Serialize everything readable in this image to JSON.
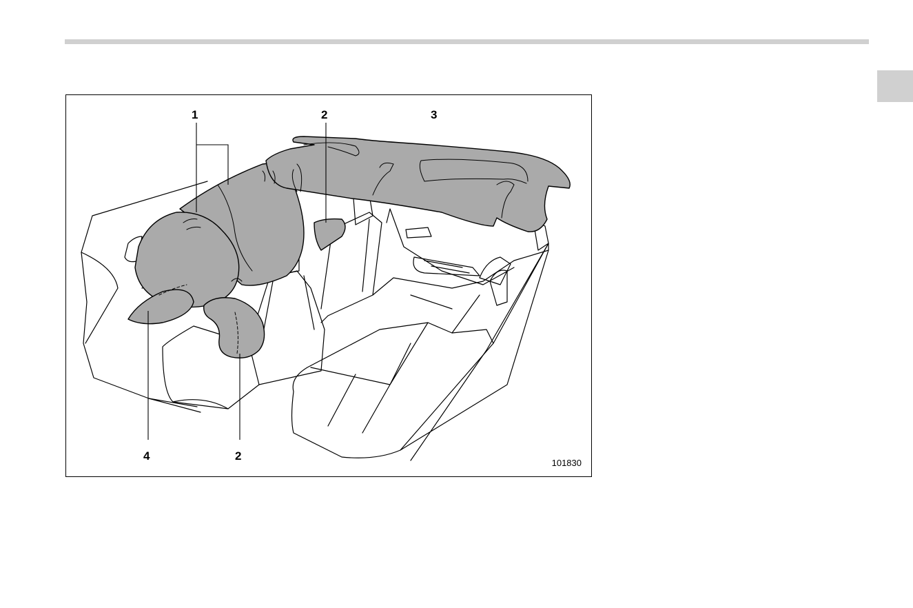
{
  "figure": {
    "callouts": {
      "c1": "1",
      "c2_top": "2",
      "c3": "3",
      "c4": "4",
      "c2_bottom": "2"
    },
    "figure_id": "101830"
  },
  "colors": {
    "airbag_fill": "#aaaaaa",
    "rule_gray": "#d0d0d0",
    "line": "#000000"
  }
}
